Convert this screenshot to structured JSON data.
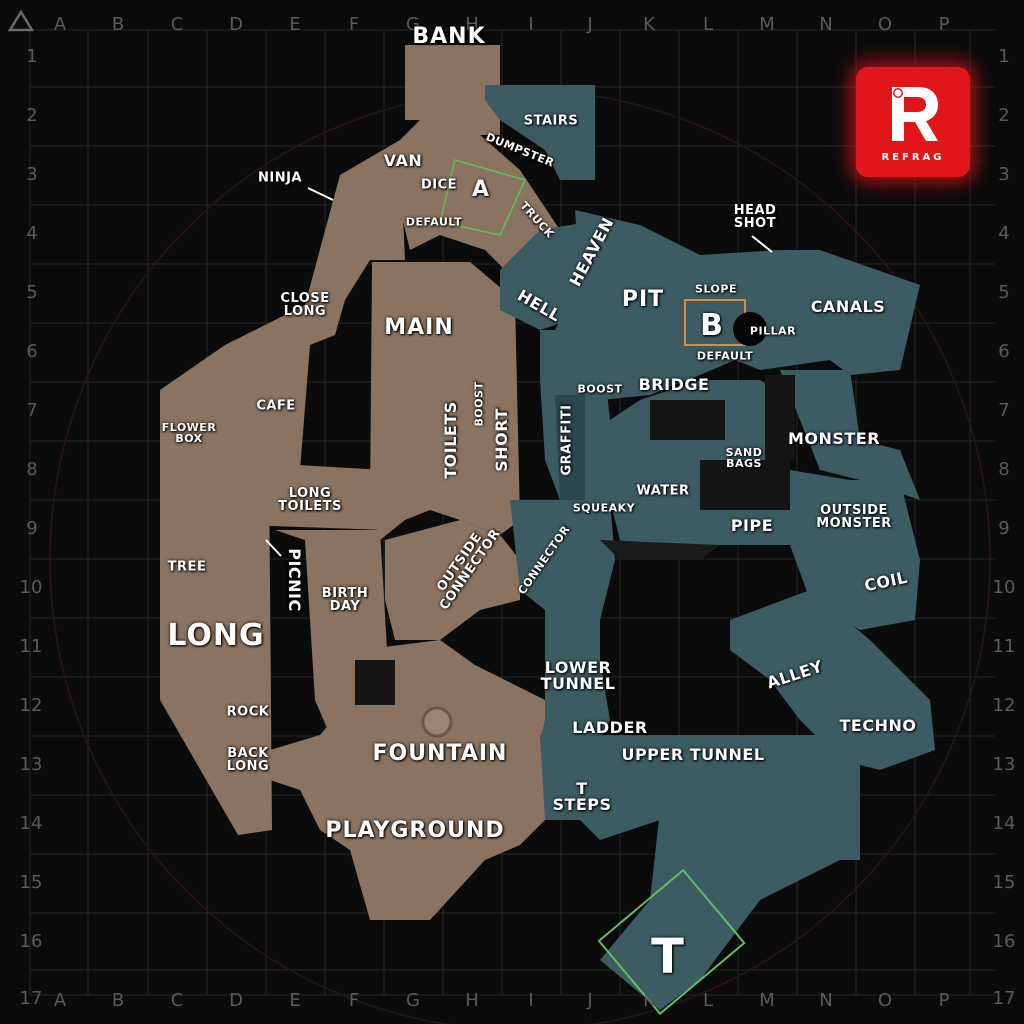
{
  "grid": {
    "columns": [
      "A",
      "B",
      "C",
      "D",
      "E",
      "F",
      "G",
      "H",
      "I",
      "J",
      "K",
      "L",
      "M",
      "N",
      "O",
      "P"
    ],
    "rows": [
      "1",
      "2",
      "3",
      "4",
      "5",
      "6",
      "7",
      "8",
      "9",
      "10",
      "11",
      "12",
      "13",
      "14",
      "15",
      "16",
      "17"
    ]
  },
  "logo": {
    "text": "REFRAG",
    "icon": "refrag-r-logo",
    "color": "#e0161b"
  },
  "triangle_icon": "triangle-icon",
  "colors": {
    "t_side": "#8a7360",
    "ct_side": "#3d5e66",
    "background": "#0b0b0b",
    "grid": "#2a2a2a"
  },
  "callouts": {
    "bank": "BANK",
    "stairs": "STAIRS",
    "dumpster": "DUMPSTER",
    "van": "VAN",
    "ninja": "NINJA",
    "dice": "DICE",
    "site_a": "A",
    "truck": "TRUCK",
    "default_a": "DEFAULT",
    "heaven": "HEAVEN",
    "head_shot": "HEAD\nSHOT",
    "hell": "HELL",
    "pit": "PIT",
    "slope": "SLOPE",
    "canals": "CANALS",
    "close_long": "CLOSE\nLONG",
    "main": "MAIN",
    "site_b": "B",
    "pillar": "PILLAR",
    "default_b": "DEFAULT",
    "boost_bridge": "BOOST",
    "bridge": "BRIDGE",
    "cafe": "CAFE",
    "flower_box": "FLOWER\nBOX",
    "toilets": "TOILETS",
    "boost_short": "BOOST",
    "short": "SHORT",
    "graffiti": "GRAFFITI",
    "monster": "MONSTER",
    "sand_bags": "SAND\nBAGS",
    "long_toilets": "LONG\nTOILETS",
    "water": "WATER",
    "squeaky": "SQUEAKY",
    "outside_monster": "OUTSIDE\nMONSTER",
    "pipe": "PIPE",
    "outside_connector": "OUTSIDE\nCONNECTOR",
    "connector": "CONNECTOR",
    "picnic": "PICNIC",
    "tree": "TREE",
    "birth_day": "BIRTH\nDAY",
    "coil": "COIL",
    "long": "LONG",
    "lower_tunnel": "LOWER\nTUNNEL",
    "alley": "ALLEY",
    "rock": "ROCK",
    "ladder": "LADDER",
    "techno": "TECHNO",
    "back_long": "BACK\nLONG",
    "fountain": "FOUNTAIN",
    "upper_tunnel": "UPPER TUNNEL",
    "t_steps": "T\nSTEPS",
    "playground": "PLAYGROUND",
    "t_spawn": "T"
  }
}
